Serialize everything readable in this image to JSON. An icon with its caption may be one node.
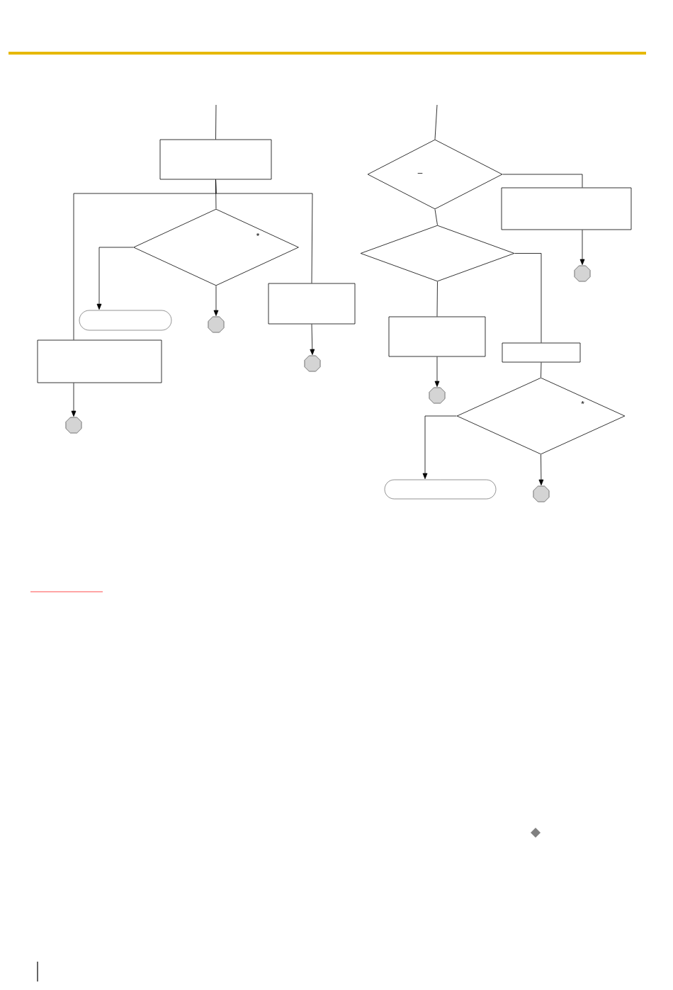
{
  "diagram": {
    "nodes": [
      {
        "text": [],
        "shape": "box"
      },
      {
        "text": [
          "*"
        ]
      },
      {
        "text": [],
        "shape": "terminal"
      },
      {
        "text": [],
        "shape": "octagon"
      },
      {
        "text": [],
        "shape": "box"
      },
      {
        "text": [],
        "shape": "octagon"
      },
      {
        "text": [],
        "shape": "box"
      },
      {
        "text": [],
        "shape": "octagon"
      },
      {
        "text": [
          "–"
        ]
      },
      {
        "text": [],
        "shape": "box"
      },
      {
        "text": [],
        "shape": "octagon"
      },
      {
        "text": [],
        "shape": "diamond"
      },
      {
        "text": [],
        "shape": "box"
      },
      {
        "text": [],
        "shape": "octagon"
      },
      {
        "text": [],
        "shape": "box"
      },
      {
        "text": [
          "*"
        ]
      },
      {
        "text": [],
        "shape": "terminal"
      },
      {
        "text": [],
        "shape": "octagon"
      }
    ],
    "edges": [
      {
        "from": null,
        "to": 0,
        "arrow": "none"
      },
      {
        "from": 0,
        "to": 6,
        "arrow": "none"
      },
      {
        "from": 0,
        "to": 1,
        "arrow": "none"
      },
      {
        "from": 0,
        "to": 4,
        "arrow": "none"
      },
      {
        "from": 1,
        "to": 2,
        "arrow": "to"
      },
      {
        "from": 1,
        "to": 3,
        "arrow": "to"
      },
      {
        "from": 4,
        "to": 5,
        "arrow": "to"
      },
      {
        "from": 6,
        "to": 7,
        "arrow": "to"
      },
      {
        "from": null,
        "to": 8,
        "arrow": "none"
      },
      {
        "from": 8,
        "to": 9,
        "arrow": "none"
      },
      {
        "from": 8,
        "to": 11,
        "arrow": "none"
      },
      {
        "from": 9,
        "to": 10,
        "arrow": "to"
      },
      {
        "from": 11,
        "to": 12,
        "arrow": "none"
      },
      {
        "from": 11,
        "to": 14,
        "arrow": "none"
      },
      {
        "from": 12,
        "to": 13,
        "arrow": "to"
      },
      {
        "from": 14,
        "to": 15,
        "arrow": "none"
      },
      {
        "from": 15,
        "to": 16,
        "arrow": "to"
      },
      {
        "from": 15,
        "to": 17,
        "arrow": "to"
      }
    ]
  }
}
